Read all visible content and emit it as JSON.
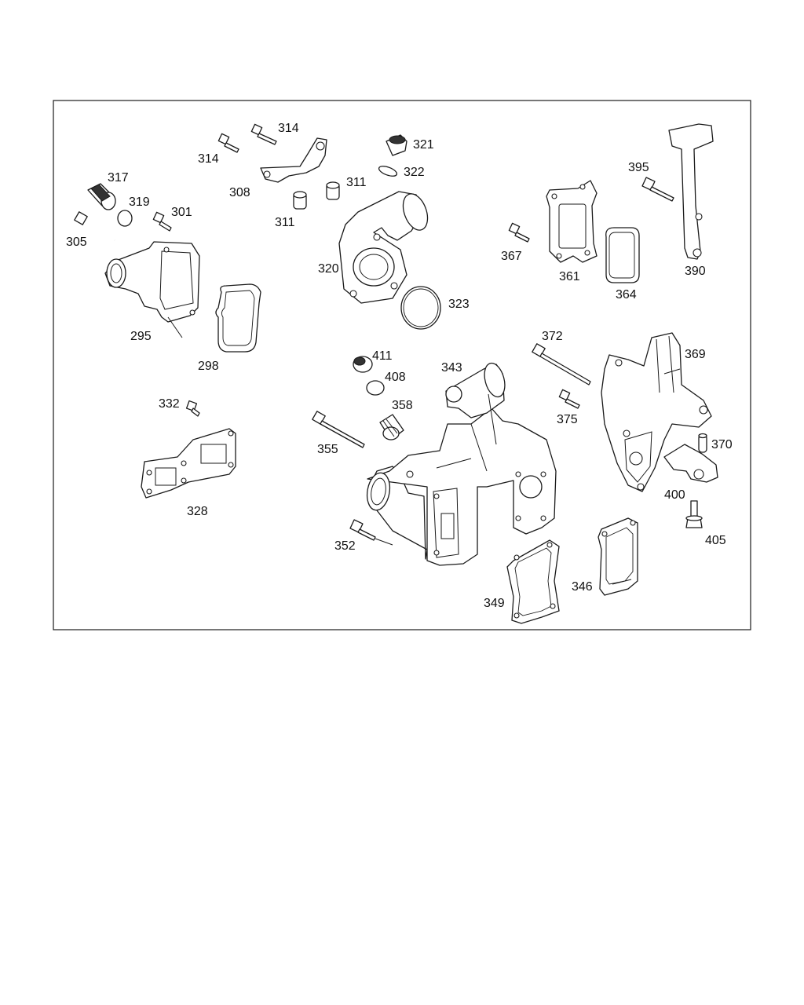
{
  "diagram": {
    "labels": {
      "l295": "295",
      "l298": "298",
      "l301": "301",
      "l305": "305",
      "l308": "308",
      "l311a": "311",
      "l311b": "311",
      "l314a": "314",
      "l314b": "314",
      "l317": "317",
      "l319": "319",
      "l320": "320",
      "l321": "321",
      "l322": "322",
      "l323": "323",
      "l328": "328",
      "l332": "332",
      "l343": "343",
      "l346": "346",
      "l349": "349",
      "l352": "352",
      "l355": "355",
      "l358": "358",
      "l361": "361",
      "l364": "364",
      "l367": "367",
      "l369": "369",
      "l370": "370",
      "l372": "372",
      "l375": "375",
      "l390": "390",
      "l395": "395",
      "l400": "400",
      "l405": "405",
      "l408": "408",
      "l411": "411"
    }
  }
}
